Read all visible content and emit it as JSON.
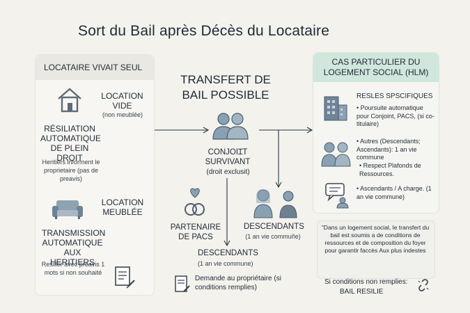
{
  "title": "Sort du Bail après Décès du Locataire",
  "left": {
    "header": "LOCATAIRE VIVAIT SEUL",
    "location_vide": "LOCATION VIDE",
    "non_meublee": "(non meublée)",
    "resiliation": "RÉSILIATION AUTOMATIQUE DE PLEIN DROIT",
    "heritiers_info": "Heritiers informent le proprietaire (pas de preavis)",
    "location_meublee": "LOCATION MEUBLÉE",
    "transmission": "TRANSMISSION AUTOMATIQUE AUX HERITIERS",
    "resilier": "Resiller avéc preavis 1 mots si non souhaité"
  },
  "center": {
    "transfert": "TRANSFERT DE BAIL POSSIBLE",
    "conjoint": "CONJOIꞮT SURVIVANT",
    "droit_exclusif": "(droit exclusit)",
    "partenaire": "PARTENAIRE DE PACS",
    "descendants_right": "DESCENDANTS",
    "descendants_right_sub": "(1 an vie commuñe)",
    "descendants": "DESCENDANTS",
    "descendants_sub": "(1 an vie commune)",
    "demande": "Demande au propriétaire (si conditions remplies)"
  },
  "right": {
    "header": "CAS PARTICULIER DU LOGEMENT SOCIAL (HLM)",
    "regles": "RESLES SPSCIFIQUES",
    "poursuite": "• Poursuite automatique pour Conjoint, PACS, (si co-titulaire)",
    "autres": "• Autres (Descendants; Ascendants): 1 an vie commune",
    "respect": "• Respect Plafonds de Ressources.",
    "ascendants": "• Ascendants / A charge. (1 an vie commune)"
  },
  "note": {
    "text": "\"Dans un logement social, le transfert du bail est soumis a de conditions de ressources et de composition du foyer pour garantir faccès Aux plus indestes",
    "conditions": "Si conditions non remplies:",
    "bail": "BAIL RESILIE"
  },
  "colors": {
    "icon": "#8aa0b3",
    "icon_dark": "#5f7383",
    "hlm_header": "#cfe7dc"
  }
}
